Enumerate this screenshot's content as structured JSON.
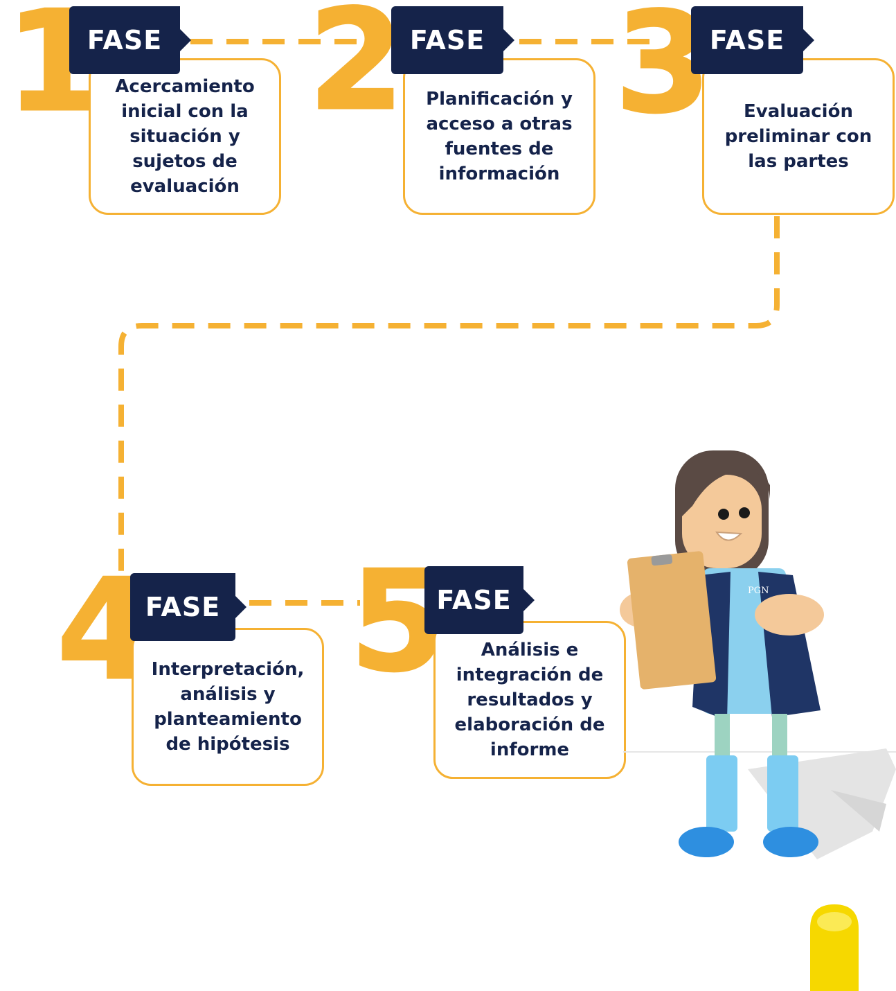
{
  "colors": {
    "accent": "#F5B133",
    "navy": "#15234A",
    "text": "#15234A"
  },
  "phases": [
    {
      "number": "1",
      "label": "FASE",
      "text": "Acercamiento inicial con la situación y sujetos de evaluación"
    },
    {
      "number": "2",
      "label": "FASE",
      "text": "Planificación y acceso a otras fuentes de información"
    },
    {
      "number": "3",
      "label": "FASE",
      "text": "Evaluación preliminar con las partes"
    },
    {
      "number": "4",
      "label": "FASE",
      "text": "Interpretación, análisis y planteamiento de hipótesis"
    },
    {
      "number": "5",
      "label": "FASE",
      "text": "Análisis e integración de resultados y elaboración de informe"
    }
  ],
  "figure": {
    "badge": "PGN"
  }
}
